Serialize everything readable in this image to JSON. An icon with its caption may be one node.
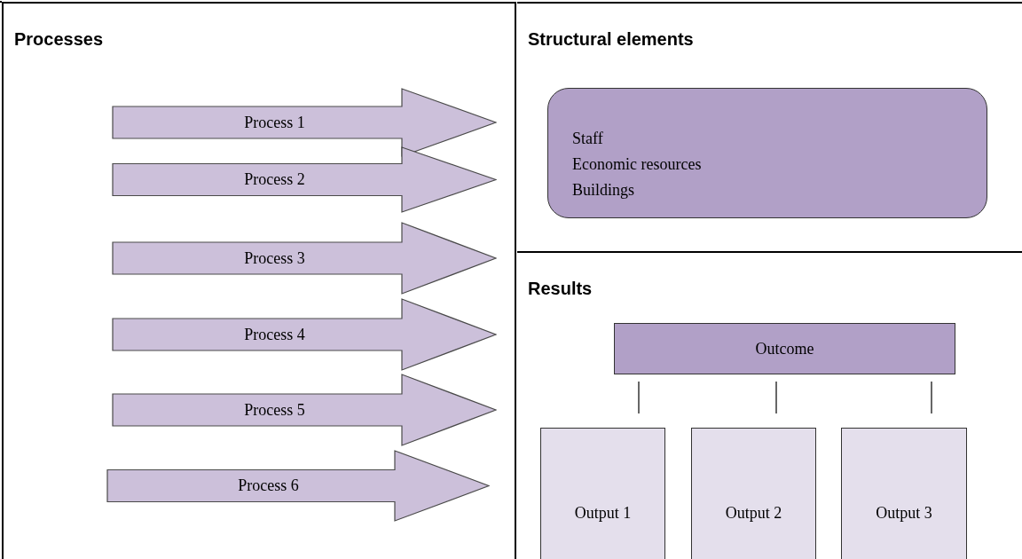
{
  "diagram": {
    "nodes": [
      {
        "text": [
          "Processes"
        ]
      },
      {
        "text": [
          "Structural elements"
        ]
      },
      {
        "text": [
          "Results"
        ]
      },
      {
        "text": [
          "Process 1"
        ],
        "in": 0
      },
      {
        "text": [
          "Process 2"
        ],
        "in": 0
      },
      {
        "text": [
          "Process 3"
        ],
        "in": 0
      },
      {
        "text": [
          "Process 4"
        ],
        "in": 0
      },
      {
        "text": [
          "Process 5"
        ],
        "in": 0
      },
      {
        "text": [
          "Process 6"
        ],
        "in": 0
      },
      {
        "text": [
          "Staff",
          "Economic resources",
          "Buildings"
        ],
        "in": 1
      },
      {
        "text": [
          "Outcome"
        ],
        "in": 2
      },
      {
        "text": [
          "Output 1"
        ],
        "in": 2
      },
      {
        "text": [
          "Output 2"
        ],
        "in": 2
      },
      {
        "text": [
          "Output 3"
        ],
        "in": 2
      }
    ],
    "edges": [
      {
        "from": 10,
        "to": 11,
        "arrow": "none"
      },
      {
        "from": 10,
        "to": 12,
        "arrow": "none"
      },
      {
        "from": 10,
        "to": 13,
        "arrow": "none"
      }
    ]
  }
}
